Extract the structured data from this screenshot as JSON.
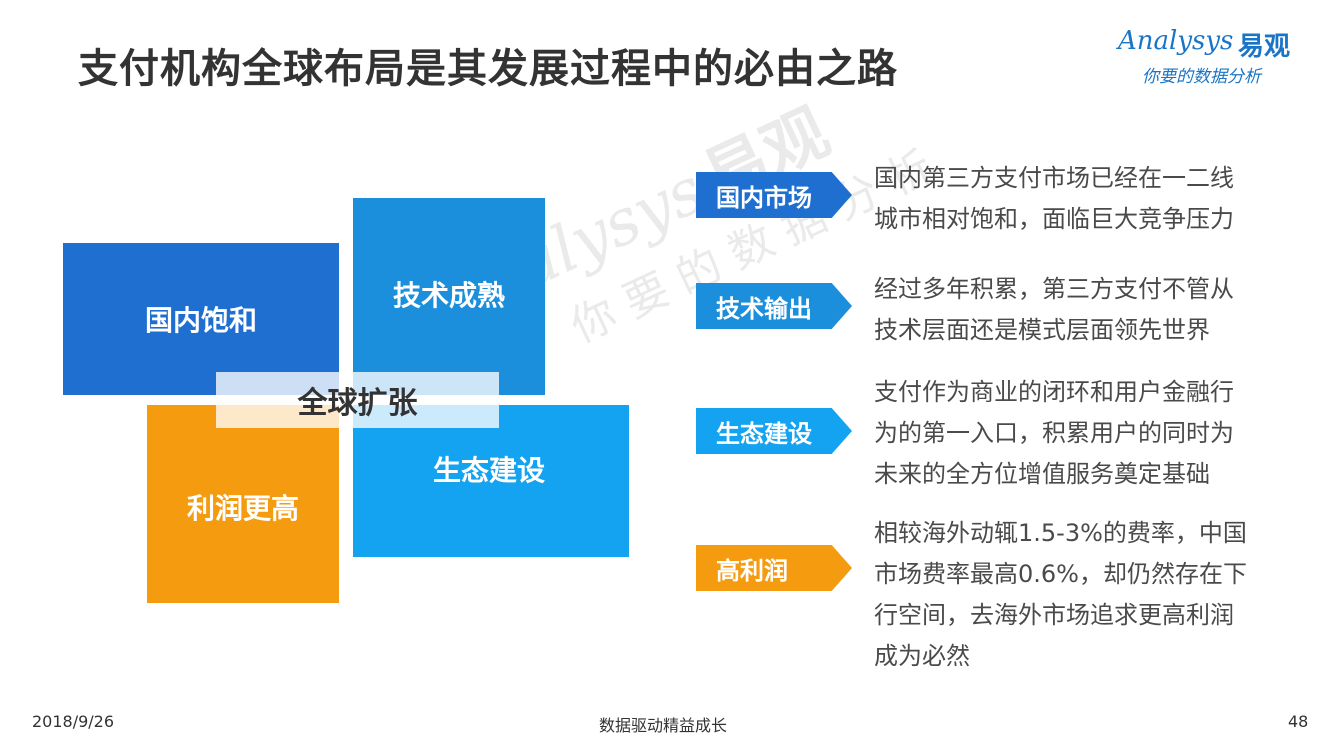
{
  "title": "支付机构全球布局是其发展过程中的必由之路",
  "logo": {
    "brand_en": "Analysys",
    "brand_cn": "易观",
    "slogan": "你要的数据分析",
    "brand_color": "#1a75c7",
    "accent_color": "#f39800"
  },
  "watermark": {
    "brand_en": "Analysys",
    "brand_cn": "易观",
    "slogan": "你要的数据分析"
  },
  "blocks": {
    "domestic_saturation": "国内饱和",
    "tech_maturity": "技术成熟",
    "higher_profit": "利润更高",
    "ecosystem_building": "生态建设",
    "center": "全球扩张"
  },
  "points": [
    {
      "tag": "国内市场",
      "lines": [
        "国内第三方支付市场已经在一二线",
        "城市相对饱和，面临巨大竞争压力"
      ]
    },
    {
      "tag": "技术输出",
      "lines": [
        "经过多年积累，第三方支付不管从",
        "技术层面还是模式层面领先世界"
      ]
    },
    {
      "tag": "生态建设",
      "lines": [
        "支付作为商业的闭环和用户金融行",
        "为的第一入口，积累用户的同时为",
        "未来的全方位增值服务奠定基础"
      ]
    },
    {
      "tag": "高利润",
      "lines": [
        "相较海外动辄1.5-3%的费率，中国",
        "市场费率最高0.6%，却仍然存在下",
        "行空间，去海外市场追求更高利润",
        "成为必然"
      ]
    }
  ],
  "colors": {
    "dark_blue": "#1f6fd1",
    "mid_blue": "#1b8fdc",
    "light_blue": "#14a3f0",
    "orange": "#f59b10"
  },
  "footer": {
    "date": "2018/9/26",
    "slogan": "数据驱动精益成长",
    "page": "48"
  }
}
